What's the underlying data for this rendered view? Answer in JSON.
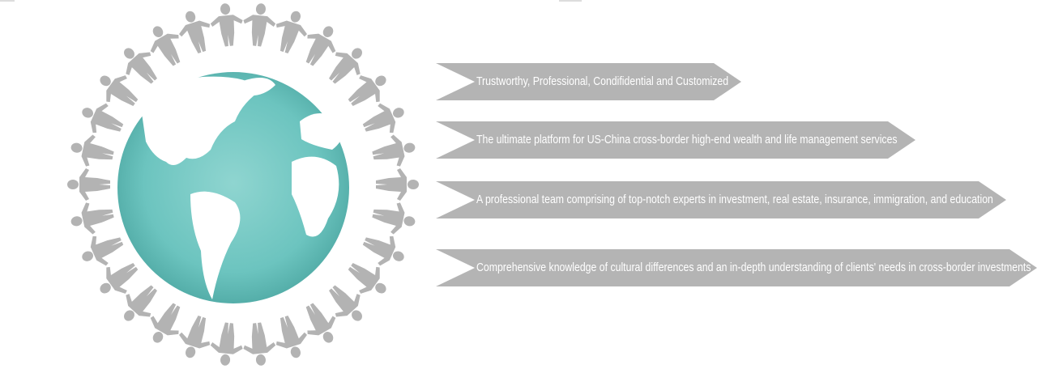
{
  "points": [
    {
      "text": "Trustworthy, Professional, Condifidential and Customized"
    },
    {
      "text": "The ultimate platform for US-China cross-border high-end wealth and life management services"
    },
    {
      "text": "A professional team comprising of top-notch experts in investment, real estate, insurance, immigration, and education"
    },
    {
      "text": "Comprehensive knowledge of cultural differences and an in-depth understanding of clients' needs in cross-border investments"
    }
  ],
  "colors": {
    "globe": "#6cc4bf",
    "arrow": "#b4b4b4",
    "people": "#b3b3b3",
    "land": "#ffffff"
  },
  "illustration": {
    "icon": "globe-with-people-ring-icon"
  }
}
